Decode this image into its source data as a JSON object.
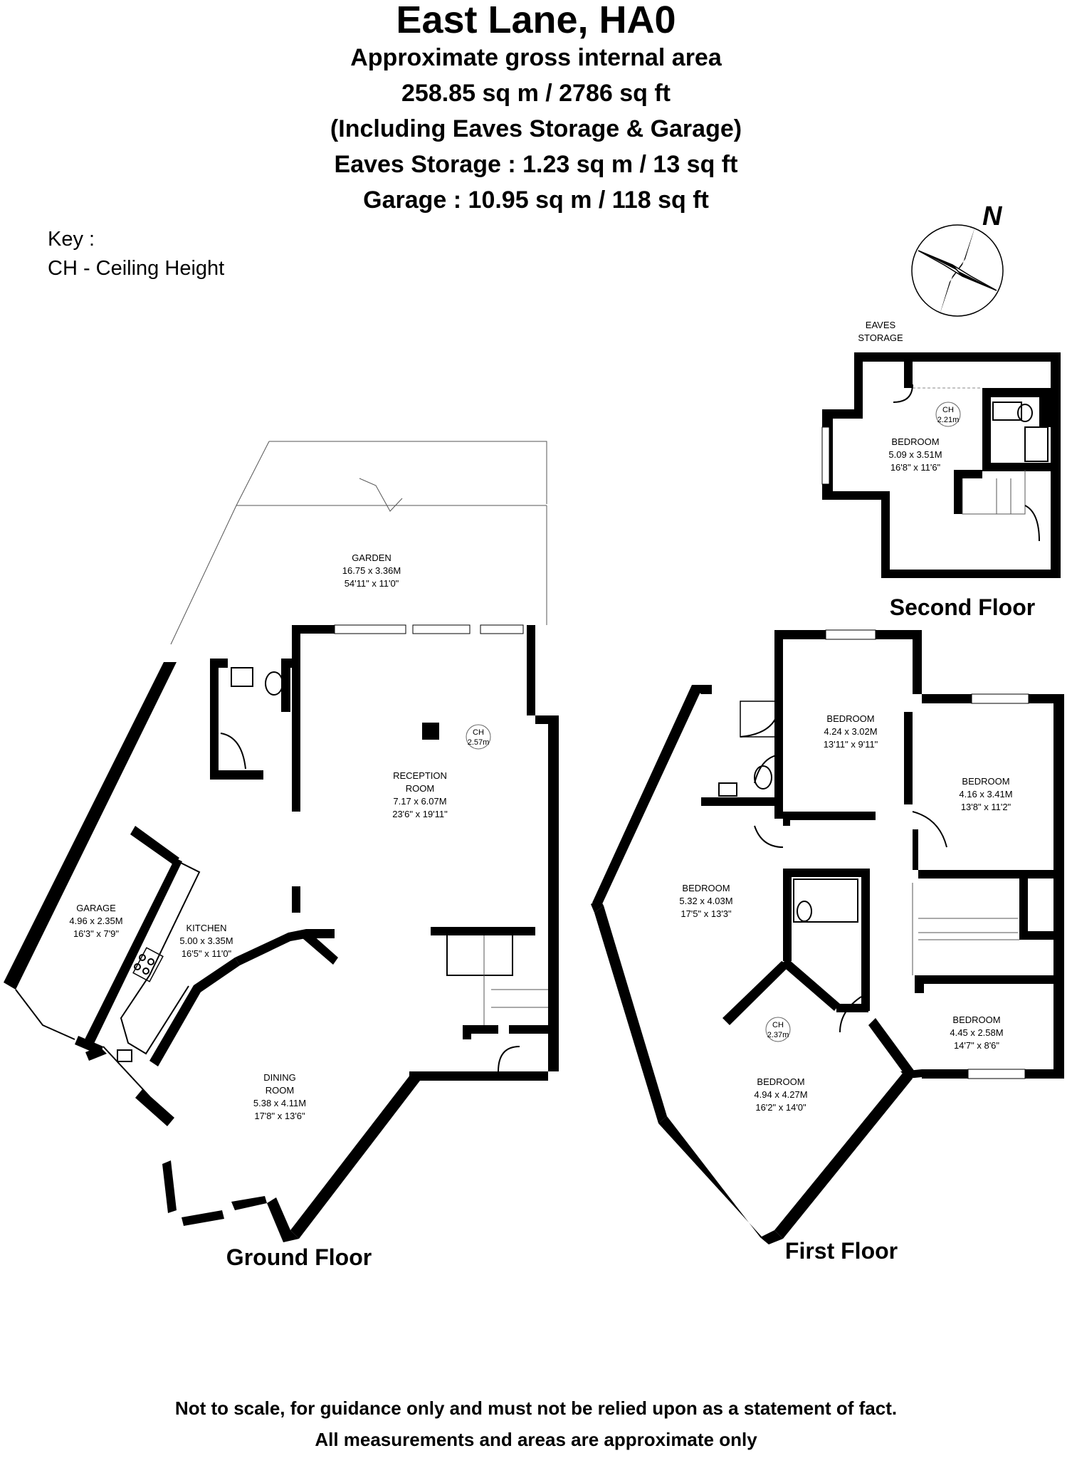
{
  "header": {
    "title": "East Lane, HA0",
    "line1": "Approximate gross internal area",
    "line2": "258.85 sq m /  2786 sq ft",
    "line3": "(Including Eaves Storage & Garage)",
    "line4": "Eaves Storage : 1.23 sq m /  13 sq ft",
    "line5": "Garage : 10.95 sq m /  118 sq ft"
  },
  "key": {
    "title": "Key :",
    "entry": "CH - Ceiling Height"
  },
  "compass": {
    "label": "N"
  },
  "floors": {
    "ground": "Ground Floor",
    "first": "First Floor",
    "second": "Second Floor"
  },
  "rooms": {
    "garden": {
      "name": "GARDEN",
      "metric": "16.75 x 3.36M",
      "imperial": "54'11\" x 11'0\""
    },
    "reception": {
      "name1": "RECEPTION",
      "name2": "ROOM",
      "metric": "7.17 x 6.07M",
      "imperial": "23'6\" x 19'11\"",
      "ch_label": "CH",
      "ch_value": "2.57m"
    },
    "garage": {
      "name": "GARAGE",
      "metric": "4.96 x 2.35M",
      "imperial": "16'3\" x 7'9\""
    },
    "kitchen": {
      "name": "KITCHEN",
      "metric": "5.00 x 3.35M",
      "imperial": "16'5\" x 11'0\""
    },
    "dining": {
      "name1": "DINING",
      "name2": "ROOM",
      "metric": "5.38 x 4.11M",
      "imperial": "17'8\" x 13'6\""
    },
    "ff_bed_top": {
      "name": "BEDROOM",
      "metric": "4.24 x 3.02M",
      "imperial": "13'11\" x 9'11\""
    },
    "ff_bed_right": {
      "name": "BEDROOM",
      "metric": "4.16 x 3.41M",
      "imperial": "13'8\" x 11'2\""
    },
    "ff_bed_left": {
      "name": "BEDROOM",
      "metric": "5.32 x 4.03M",
      "imperial": "17'5\" x 13'3\""
    },
    "ff_bed_br": {
      "name": "BEDROOM",
      "metric": "4.45 x 2.58M",
      "imperial": "14'7\" x 8'6\""
    },
    "ff_bed_bottom": {
      "name": "BEDROOM",
      "metric": "4.94 x 4.27M",
      "imperial": "16'2\" x 14'0\"",
      "ch_label": "CH",
      "ch_value": "2.37m"
    },
    "eaves": {
      "name1": "EAVES",
      "name2": "STORAGE"
    },
    "sf_bed": {
      "name": "BEDROOM",
      "metric": "5.09 x 3.51M",
      "imperial": "16'8\" x 11'6\"",
      "ch_label": "CH",
      "ch_value": "2.21m"
    }
  },
  "footer": {
    "line1": "Not to scale, for guidance only and must not be relied upon as a statement of fact.",
    "line2": "All measurements and areas are approximate only"
  }
}
